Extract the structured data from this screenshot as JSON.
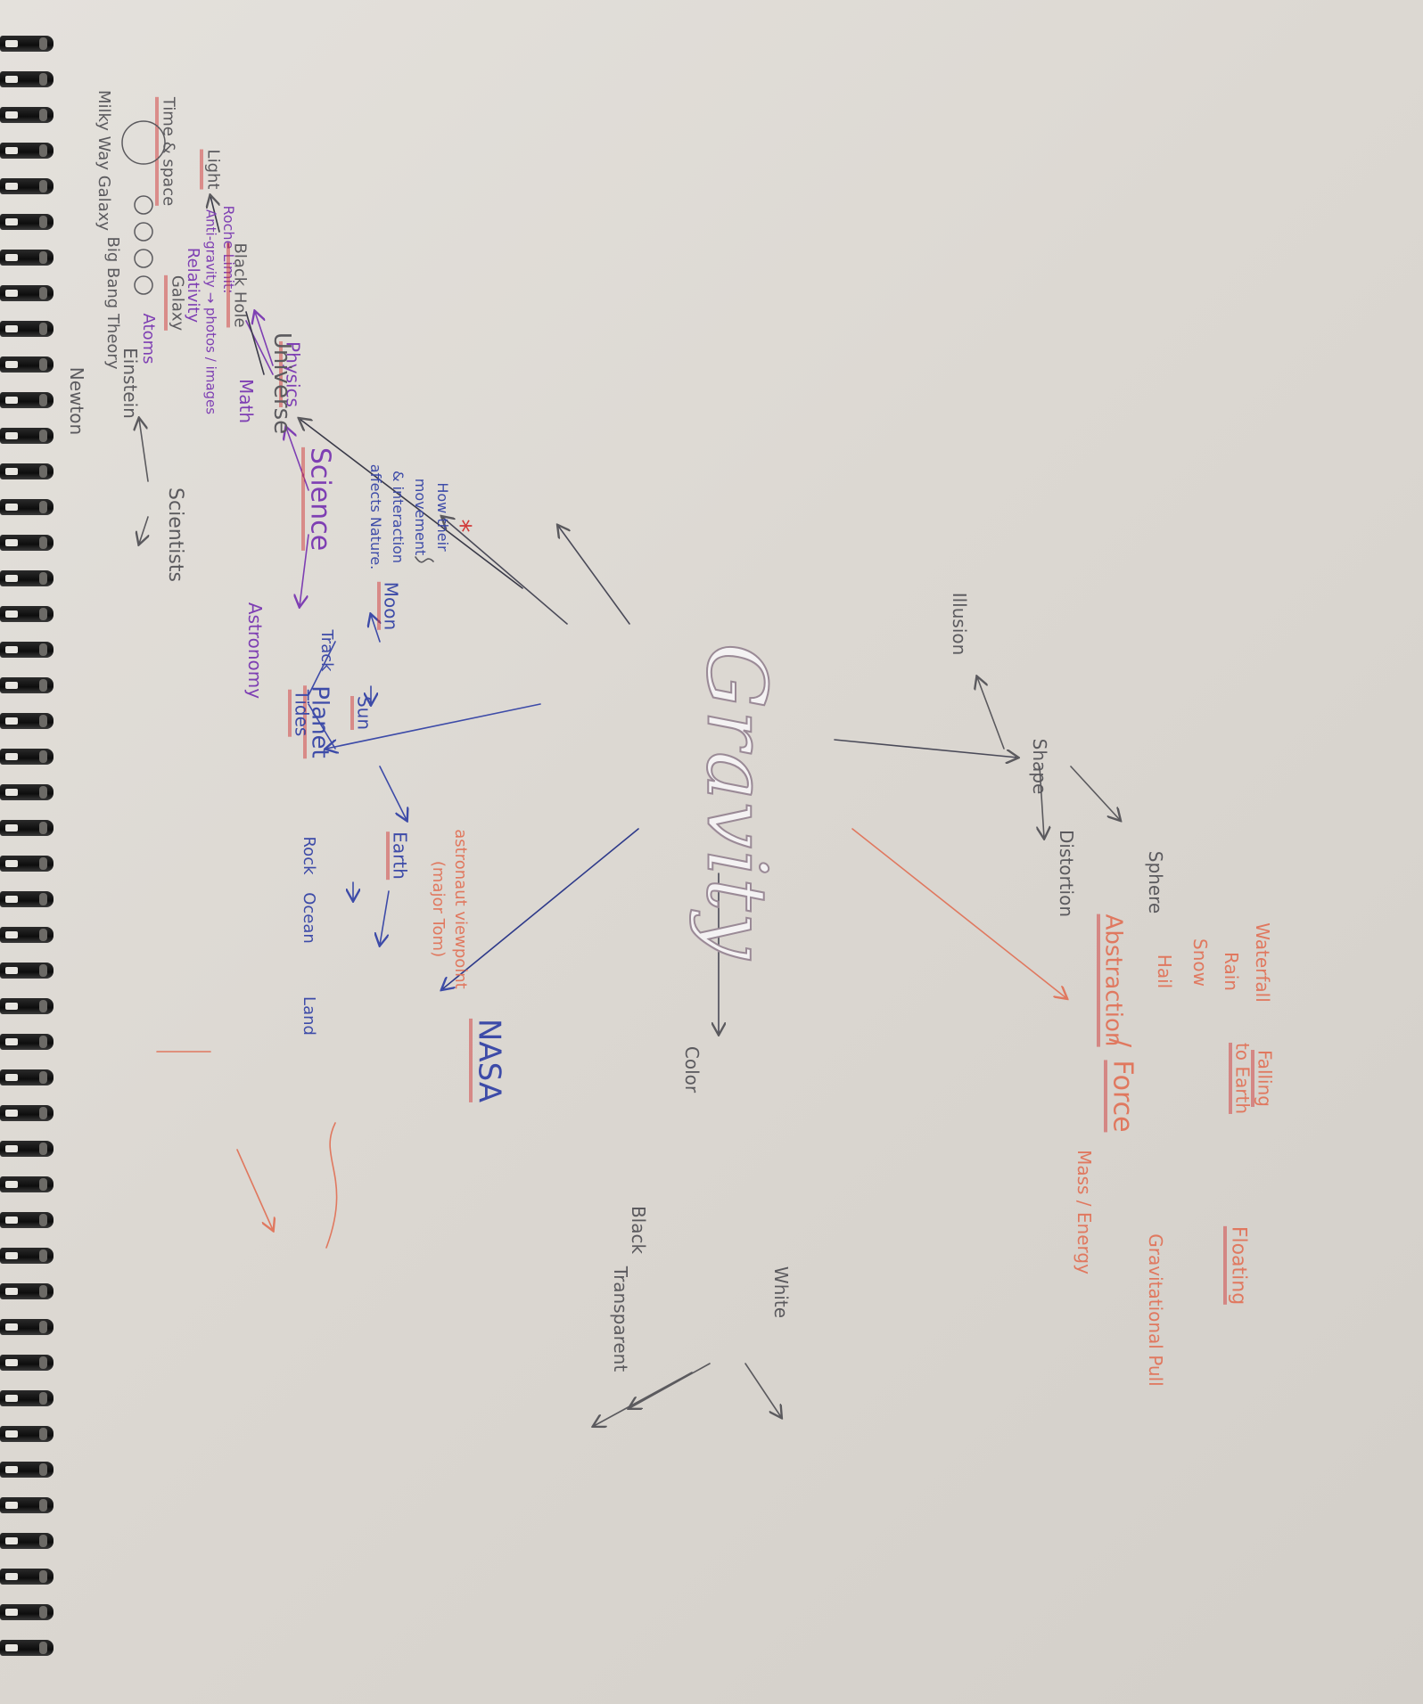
{
  "title": "Gravity",
  "colors": {
    "paper": "#e2dfda",
    "pencil_gray": "#5b5a5e",
    "purple_ink": "#7e3fb3",
    "orange_ink": "#e0785f",
    "blue_ink": "#3d4ba8",
    "red_underline": "#d13a3a"
  },
  "branches": {
    "force": {
      "label": "Force",
      "separator": "/",
      "abstraction": "Abstraction",
      "mass_energy": "Mass / Energy",
      "falling": "Falling",
      "to_earth": "to Earth",
      "waterfall": "Waterfall",
      "rain": "Rain",
      "snow": "Snow",
      "hail": "Hail",
      "floating": "Floating",
      "grav_pull": "Gravitational Pull"
    },
    "shape": {
      "label": "Shape",
      "sphere": "Sphere",
      "distortion": "Distortion",
      "illusion": "Illusion"
    },
    "science": {
      "label": "Science",
      "physics": "Physics",
      "math": "Math",
      "astronomy": "Astronomy",
      "roche": "Roche Limit:",
      "relativity": "Relativity",
      "atoms": "Atoms"
    },
    "scientists": {
      "label": "Scientists",
      "einstein": "Einstein",
      "newton": "Newton"
    },
    "universe": {
      "label": "Universe",
      "black_hole": "Black Hole",
      "light": "Light",
      "time_space": "Time & space",
      "galaxy": "Galaxy",
      "milky_way": "Milky Way Galaxy",
      "big_bang": "Big Bang Theory"
    },
    "planet": {
      "label": "Planet",
      "sun": "Sun",
      "moon": "Moon",
      "earth": "Earth",
      "ocean": "Ocean",
      "rock": "Rock",
      "land": "Land",
      "tides": "Tides",
      "track": "Track",
      "note_1": "How their",
      "note_2": "movement",
      "note_3": "& interaction",
      "note_4": "affects Nature.",
      "asterisk": "*"
    },
    "nasa": {
      "label": "NASA",
      "note_1": "astronaut viewpoint",
      "note_2": "(major Tom)"
    },
    "color": {
      "label": "Color",
      "black": "Black",
      "white": "White",
      "transparent": "Transparent"
    }
  },
  "footnote": "Anti-gravity → photos / images"
}
